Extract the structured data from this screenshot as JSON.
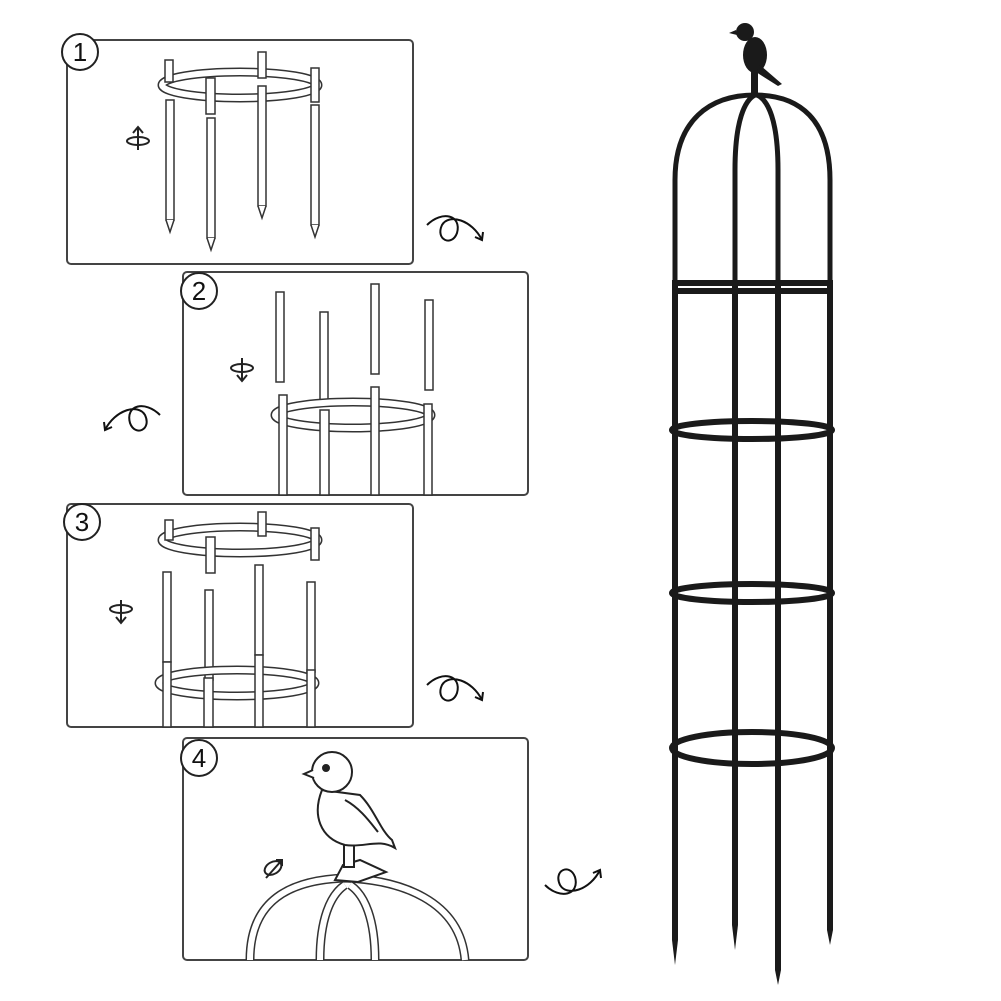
{
  "steps": [
    {
      "number": "1"
    },
    {
      "number": "2"
    },
    {
      "number": "3"
    },
    {
      "number": "4"
    }
  ],
  "colors": {
    "line": "#333333",
    "product": "#1a1a1a",
    "panel_border": "#444444"
  }
}
